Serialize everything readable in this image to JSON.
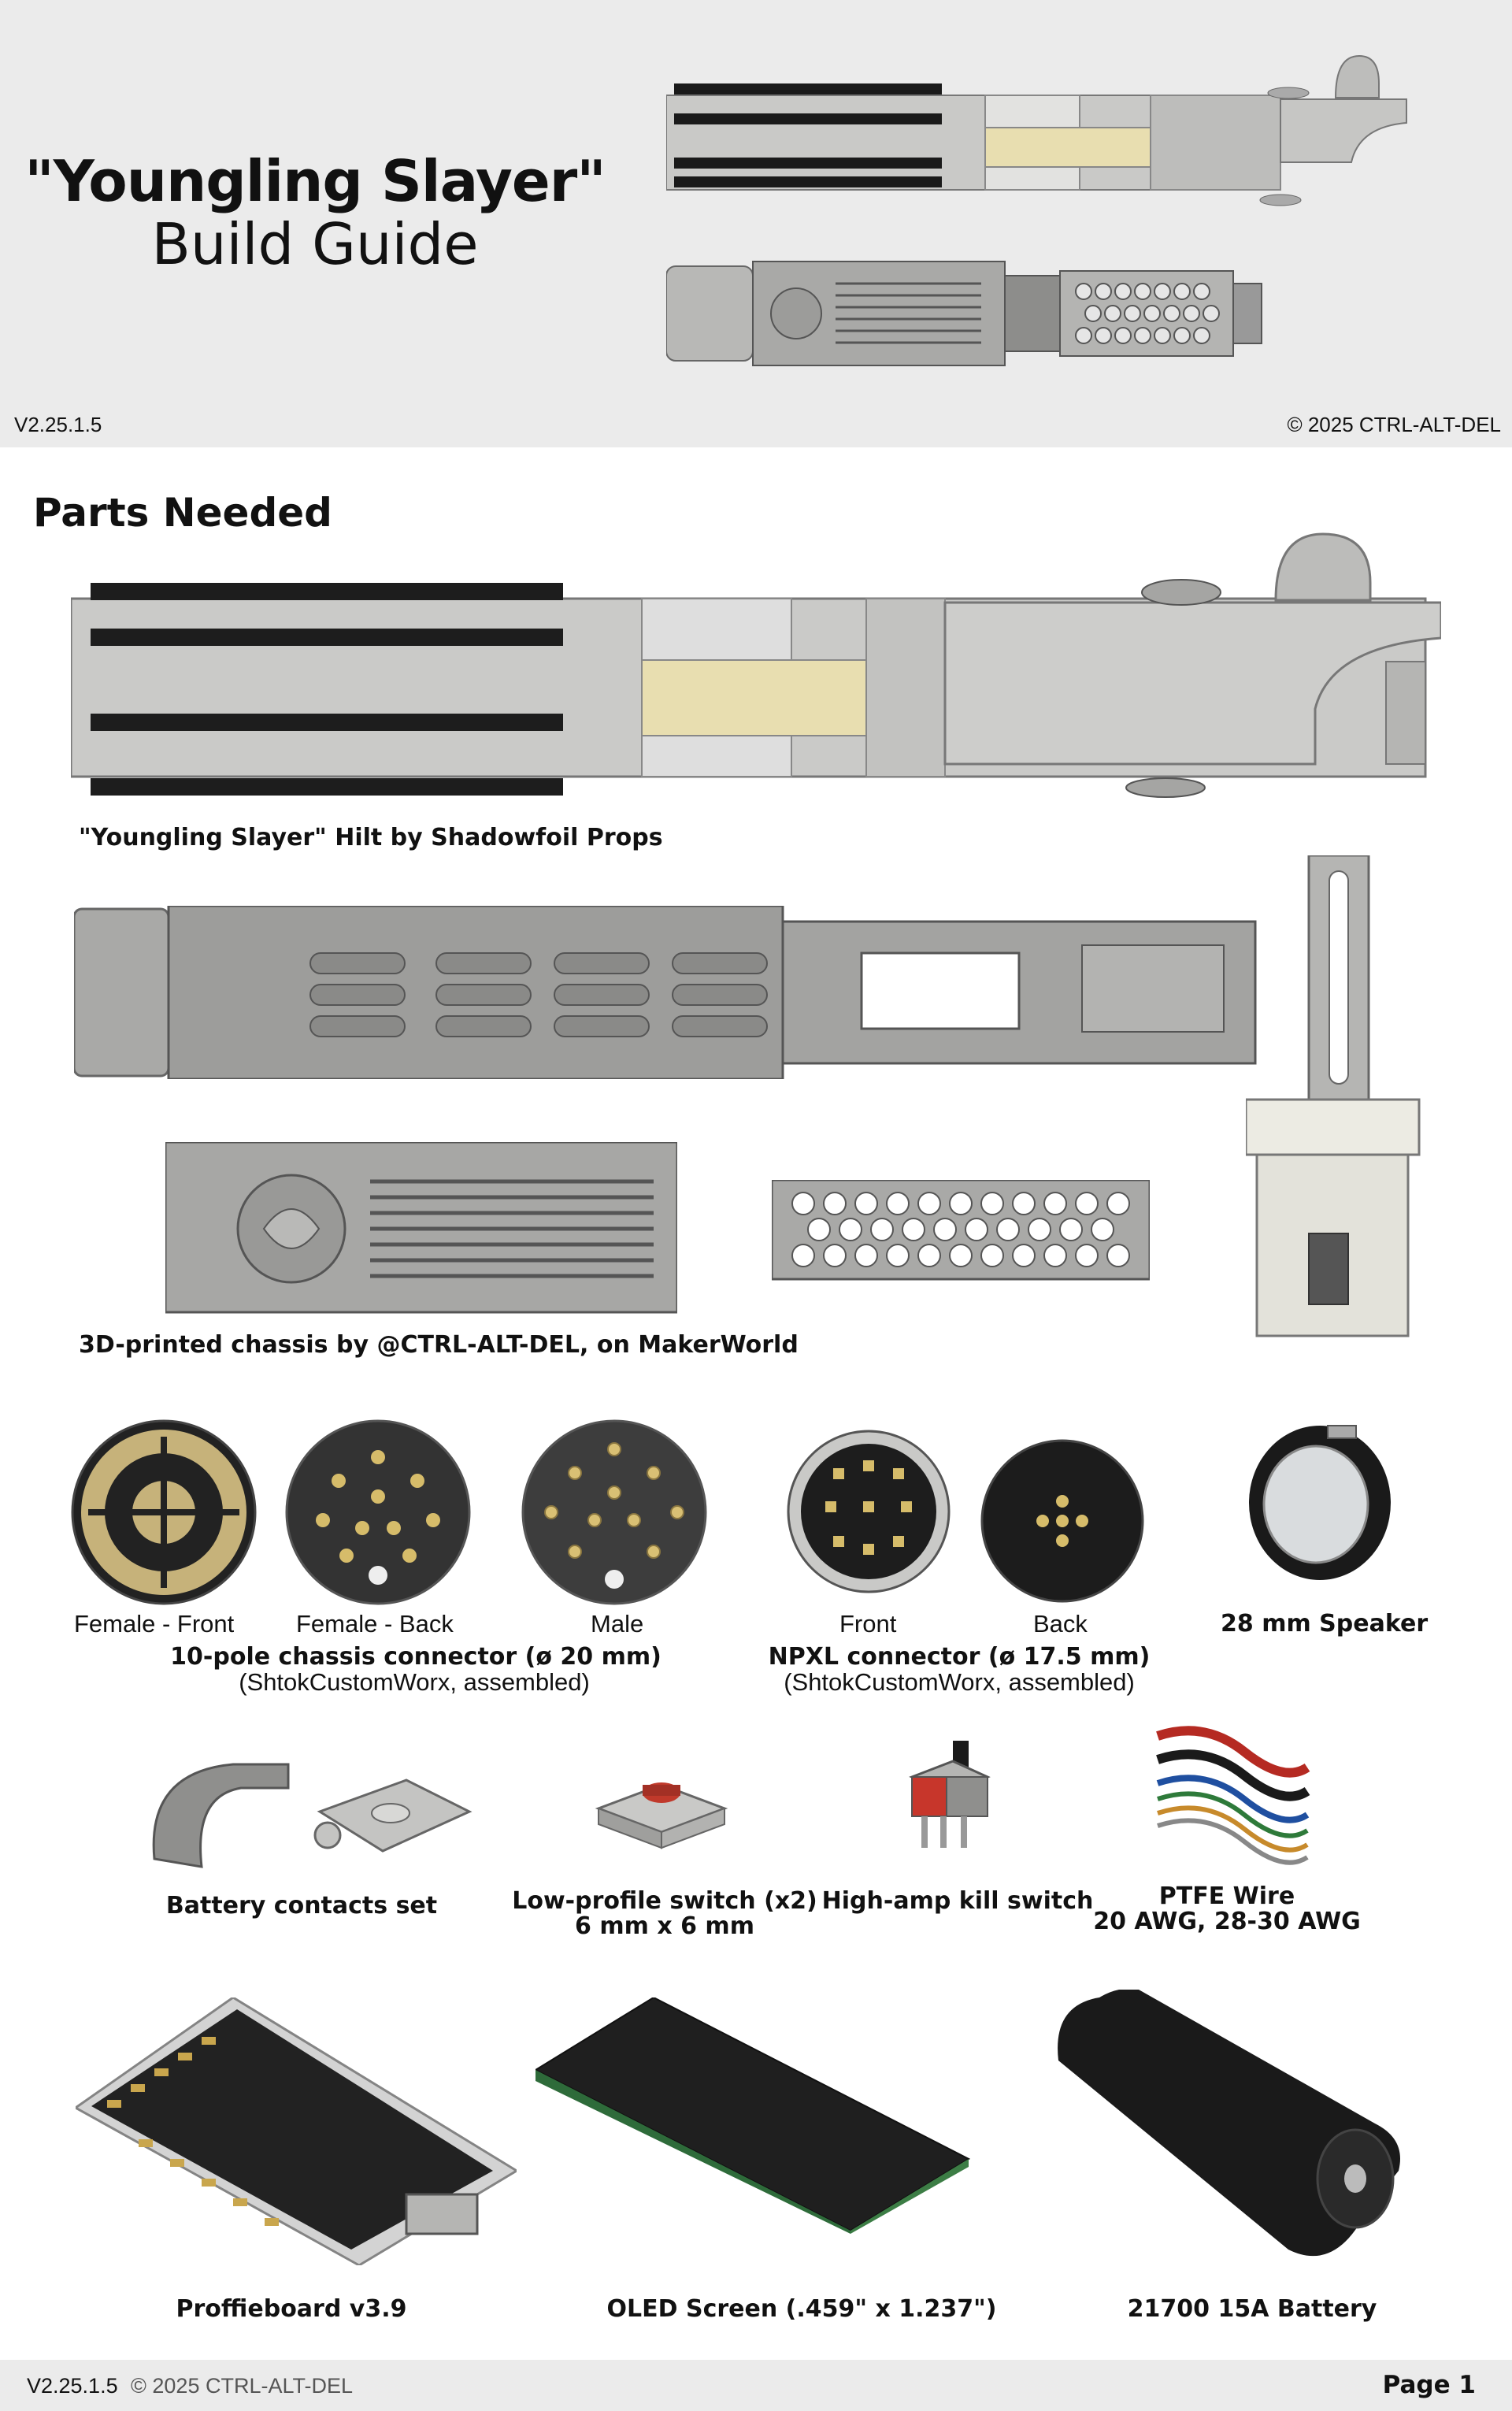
{
  "header": {
    "title": "\"Youngling Slayer\"",
    "subtitle": "Build Guide",
    "version": "V2.25.1.5",
    "copyright": "© 2025 CTRL-ALT-DEL"
  },
  "section": {
    "title": "Parts Needed"
  },
  "parts": {
    "hilt_caption": "\"Youngling Slayer\"  Hilt by Shadowfoil Props",
    "chassis_caption": "3D-printed chassis by @CTRL-ALT-DEL, on MakerWorld",
    "connector10": {
      "labels": [
        "Female - Front",
        "Female - Back",
        "Male"
      ],
      "title": "10-pole chassis connector (ø 20 mm)",
      "note": "(ShtokCustomWorx, assembled)"
    },
    "npxl": {
      "labels": [
        "Front",
        "Back"
      ],
      "title": "NPXL connector (ø 17.5 mm)",
      "note": "(ShtokCustomWorx, assembled)"
    },
    "speaker": "28 mm Speaker",
    "battery_contacts": "Battery contacts set",
    "switch_line1": "Low-profile switch (x2)",
    "switch_line2": "6 mm x 6 mm",
    "kill_switch": "High-amp kill switch",
    "wire_line1": "PTFE Wire",
    "wire_line2": "20 AWG, 28-30 AWG",
    "proffieboard": "Proffieboard v3.9",
    "oled": "OLED Screen (.459\" x 1.237\")",
    "battery": "21700 15A Battery"
  },
  "footer": {
    "version": "V2.25.1.5",
    "copyright": "© 2025 CTRL-ALT-DEL",
    "page": "Page 1"
  }
}
